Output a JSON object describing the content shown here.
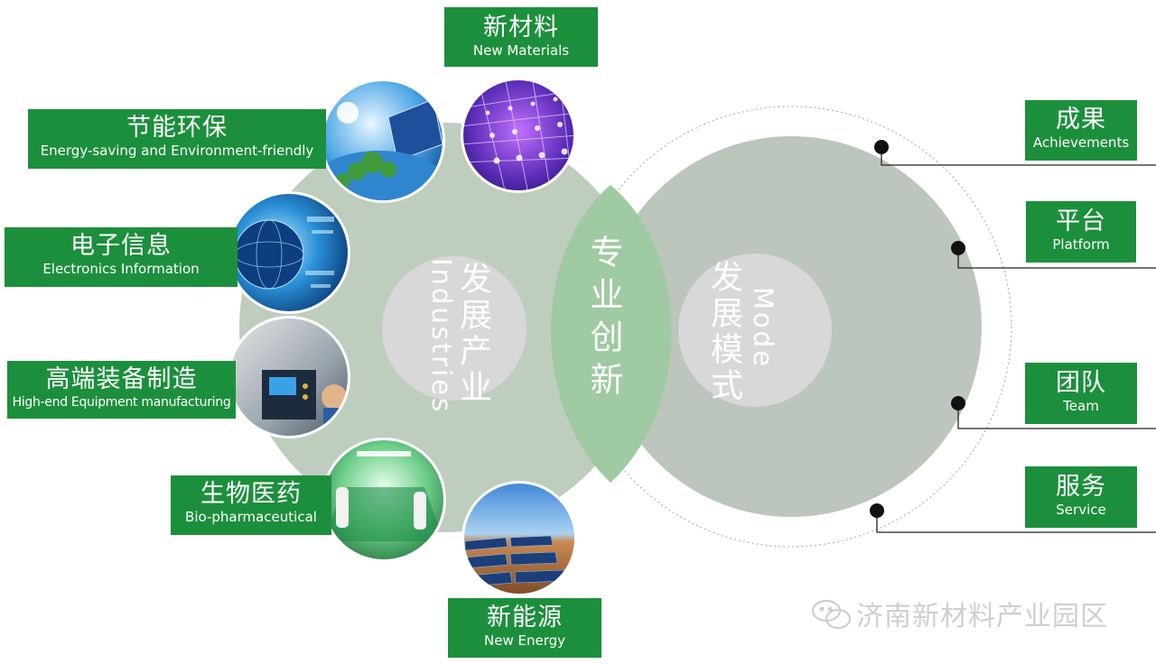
{
  "colors": {
    "accent_green": "#1c8f3c",
    "left_circle": "#bfcdbf",
    "right_circle": "#bcc6bc",
    "inner_circle": "#d8d8d8",
    "lens": "#9fcaa2",
    "connector": "#222222"
  },
  "center": {
    "industries_zh": "发展产业",
    "industries_en": "Industries",
    "innovation_zh": "专业创新",
    "mode_zh": "发展模式",
    "mode_en": "Mode"
  },
  "industries": [
    {
      "key": "new-materials",
      "zh": "新材料",
      "en": "New Materials",
      "photo": "nanomaterial-lattice"
    },
    {
      "key": "energy-saving",
      "zh": "节能环保",
      "en": "Energy-saving and Environment-friendly",
      "photo": "solar-earth"
    },
    {
      "key": "electronics",
      "zh": "电子信息",
      "en": "Electronics Information",
      "photo": "digital-globe"
    },
    {
      "key": "equipment",
      "zh": "高端装备制造",
      "en": "High-end Equipment manufacturing",
      "photo": "cnc-machine"
    },
    {
      "key": "bio-pharma",
      "zh": "生物医药",
      "en": "Bio-pharmaceutical",
      "photo": "clean-lab"
    },
    {
      "key": "new-energy",
      "zh": "新能源",
      "en": "New Energy",
      "photo": "solar-farm"
    }
  ],
  "mode_items": [
    {
      "key": "achievements",
      "zh": "成果",
      "en": "Achievements"
    },
    {
      "key": "platform",
      "zh": "平台",
      "en": "Platform"
    },
    {
      "key": "team",
      "zh": "团队",
      "en": "Team"
    },
    {
      "key": "service",
      "zh": "服务",
      "en": "Service"
    }
  ],
  "watermark": {
    "text": "济南新材料产业园区",
    "icon": "wechat-icon"
  }
}
